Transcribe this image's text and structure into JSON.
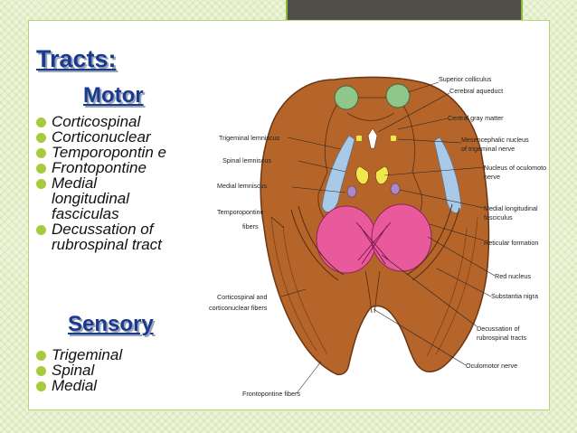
{
  "slide": {
    "title": "Tracts:",
    "motor_heading": "Motor",
    "motor_items": [
      "Corticospinal",
      "Corticonuclear",
      "Temporopontin e",
      "Frontopontine",
      "Medial longitudinal fasciculas",
      "Decussation of rubrospinal tract"
    ],
    "sensory_heading": "Sensory",
    "sensory_items": [
      "Trigeminal",
      "Spinal",
      "Medial"
    ]
  },
  "diagram_labels": {
    "superior_colliculus": "Superior colliculus",
    "cerebral_aqueduct": "Cerebral aqueduct",
    "central_gray_matter": "Central gray matter",
    "mesencephalic_1": "Mesencephalic nucleus",
    "mesencephalic_2": "of trigeminal nerve",
    "oculomotor_nucleus_1": "Nucleus of oculomotor",
    "oculomotor_nucleus_2": "nerve",
    "mlf_1": "Medial longitudinal",
    "mlf_2": "fasciculus",
    "reticular_formation": "Reticular formation",
    "red_nucleus": "Red nucleus",
    "substantia_nigra": "Substantia nigra",
    "decussation_1": "Decussation of",
    "decussation_2": "rubrospinal tracts",
    "oculomotor_nerve": "Oculomotor nerve",
    "trigeminal_lemniscus": "Trigeminal lemniscus",
    "spinal_lemniscus": "Spinal lemniscus",
    "medial_lemniscus": "Medial lemniscus",
    "temporopontine_1": "Temporopontine",
    "temporopontine_2": "fibers",
    "corticospinal_1": "Corticospinal and",
    "corticospinal_2": "corticonuclear fibers",
    "frontopontine": "Frontopontine fibers"
  },
  "colors": {
    "title": "#1a3a8e",
    "bullet": "#a4cc3e",
    "midbrain": "#b5652a",
    "red_nucleus": "#e95a9c",
    "lemniscus": "#a9c9e8",
    "colliculus": "#8fc68a",
    "oculomotor_nucleus": "#f0e84a",
    "mlf": "#a98ac6"
  }
}
